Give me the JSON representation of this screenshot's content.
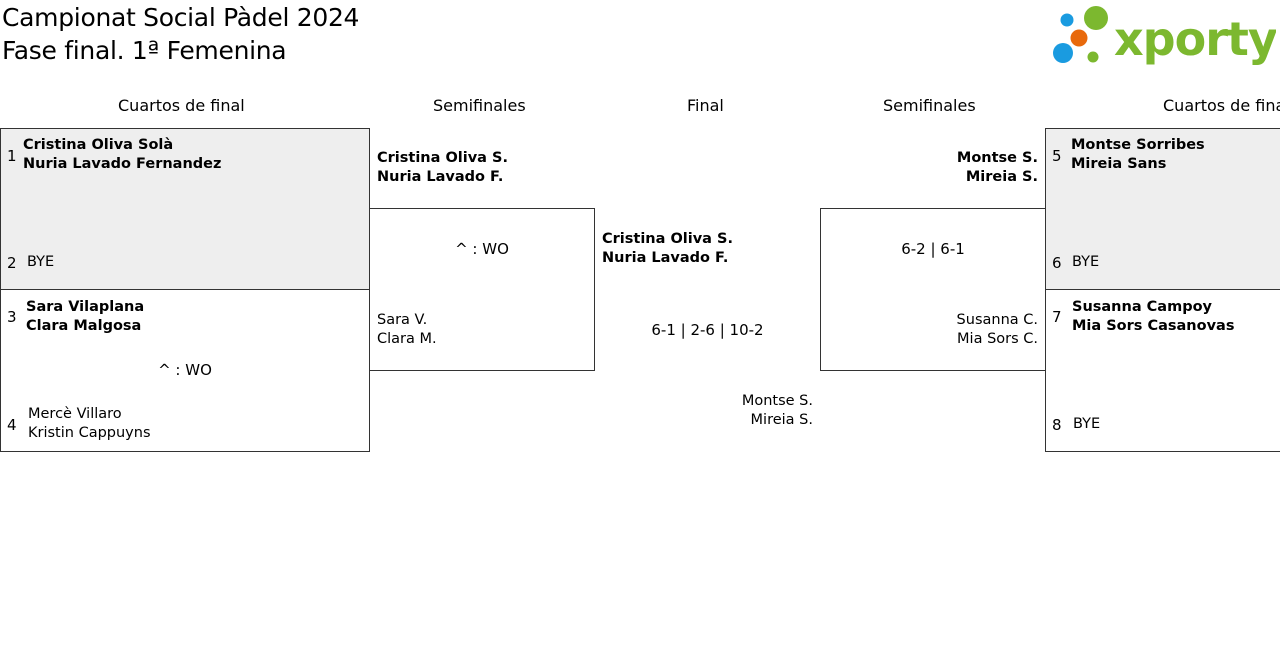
{
  "header": {
    "title_line1": "Campionat Social Pàdel 2024",
    "title_line2": "Fase final. 1ª Femenina",
    "logo_text": "xporty",
    "logo_colors": {
      "green": "#7cb82f",
      "blue": "#1a9be0",
      "orange": "#e8690c"
    }
  },
  "rounds": {
    "qf_left": "Cuartos de final",
    "sf_left": "Semifinales",
    "final": "Final",
    "sf_right": "Semifinales",
    "qf_right": "Cuartos de final"
  },
  "qf_left": {
    "m1": {
      "seed_a": "1",
      "a1": "Cristina Oliva Solà",
      "a2": "Nuria Lavado Fernandez",
      "seed_b": "2",
      "b1": "BYE"
    },
    "m2": {
      "seed_a": "3",
      "a1": "Sara Vilaplana",
      "a2": "Clara Malgosa",
      "score": "^ : WO",
      "seed_b": "4",
      "b1": "Mercè Villaro",
      "b2": "Kristin Cappuyns"
    }
  },
  "sf_left": {
    "a1": "Cristina Oliva S.",
    "a2": "Nuria Lavado F.",
    "score": "^ : WO",
    "b1": "Sara V.",
    "b2": "Clara M."
  },
  "final": {
    "a1": "Cristina Oliva S.",
    "a2": "Nuria Lavado F.",
    "score": "6-1 | 2-6 | 10-2",
    "b1": "Montse S.",
    "b2": "Mireia S."
  },
  "sf_right": {
    "a1": "Montse S.",
    "a2": "Mireia S.",
    "score": "6-2 | 6-1",
    "b1": "Susanna C.",
    "b2": "Mia Sors C."
  },
  "qf_right": {
    "m1": {
      "seed_a": "5",
      "a1": "Montse Sorribes",
      "a2": "Mireia Sans",
      "seed_b": "6",
      "b1": "BYE"
    },
    "m2": {
      "seed_a": "7",
      "a1": "Susanna Campoy",
      "a2": "Mia Sors Casanovas",
      "seed_b": "8",
      "b1": "BYE"
    }
  }
}
